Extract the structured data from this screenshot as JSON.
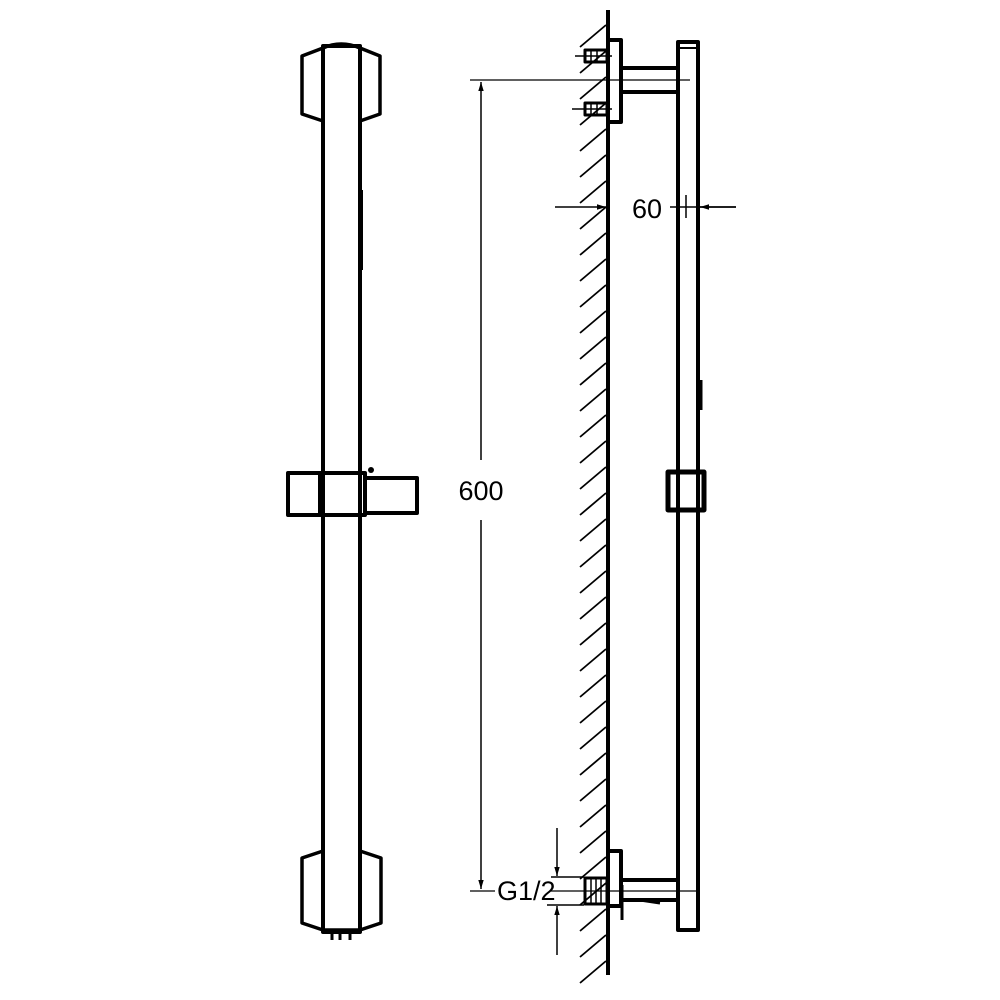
{
  "drawing": {
    "dimensions": {
      "height_label": "600",
      "projection_label": "60",
      "connection_label": "G1/2"
    },
    "colors": {
      "line": "#000000",
      "background": "#ffffff"
    }
  }
}
